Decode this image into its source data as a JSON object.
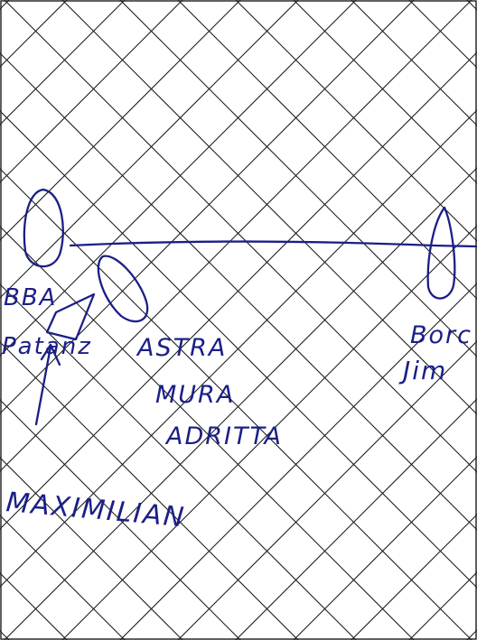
{
  "labels": {
    "boat_left": "BBA",
    "boat_left_2": "Patanz",
    "astra": "ASTRA",
    "mura": "MURA",
    "adritta": "ADRITTA",
    "maximilian": "MAXIMILIAN",
    "boat_right_1": "Borc",
    "boat_right_2": "Jim"
  },
  "colors": {
    "ink": "#1b1f86",
    "grid": "#1c1c1c",
    "paper": "#ffffff"
  }
}
